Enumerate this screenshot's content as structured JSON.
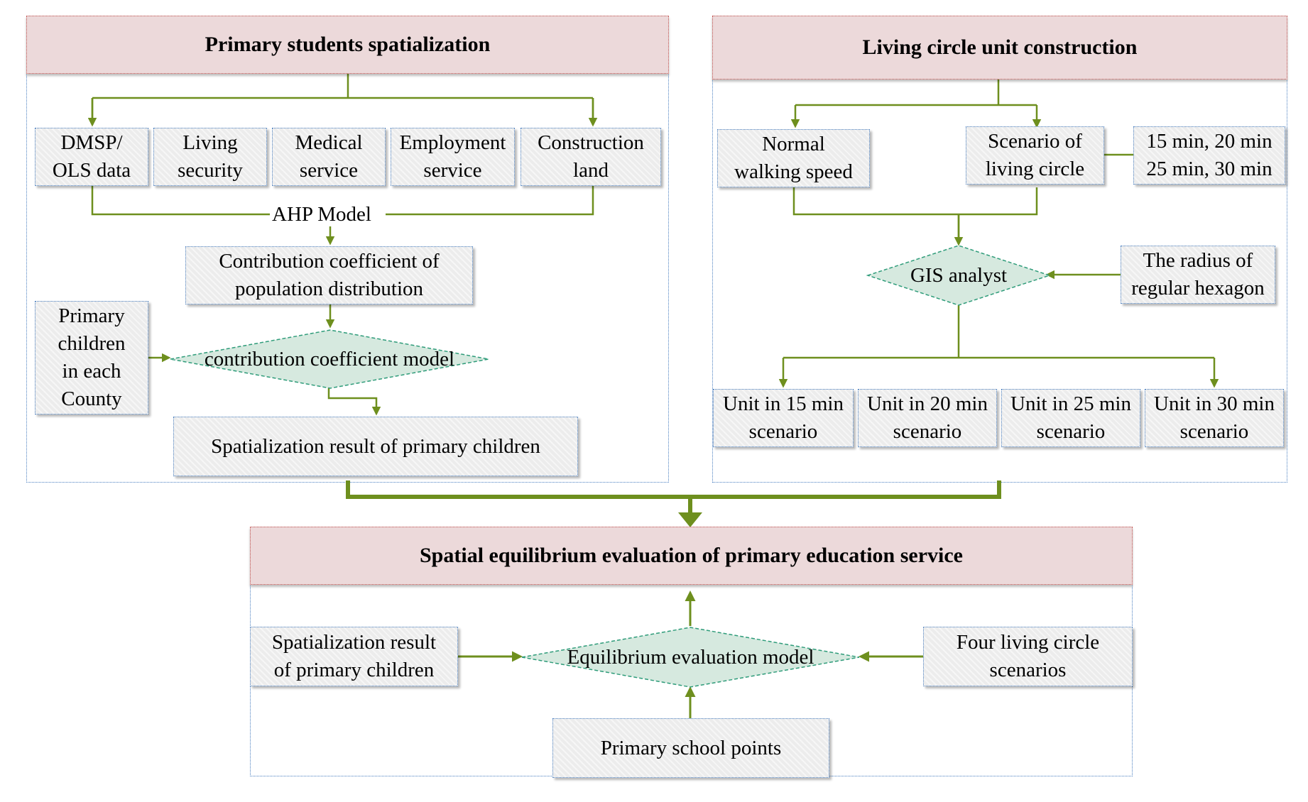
{
  "colors": {
    "header_fill": "#ecd9da",
    "header_border": "#c0504d",
    "section_border": "#4a7fc0",
    "box_fill": "#ececec",
    "arrow": "#6e8f1e",
    "diamond_fill": "#d6e9df",
    "diamond_border": "#2f9c7a"
  },
  "sections": {
    "spatialization": {
      "title": "Primary students spatialization",
      "factors": [
        "DMSP/\nOLS data",
        "Living\nsecurity",
        "Medical\nservice",
        "Employment\nservice",
        "Construction\nland"
      ],
      "ahp_label": "AHP Model",
      "coefficient_box": "Contribution coefficient of\npopulation distribution",
      "county_box": "Primary\nchildren\nin each\nCounty",
      "model_diamond": "contribution coefficient model",
      "result_box": "Spatialization result of primary children"
    },
    "living_circle": {
      "title": "Living circle unit construction",
      "walking_box": "Normal\nwalking speed",
      "scenario_box": "Scenario of\nliving circle",
      "times_box": "15 min, 20 min\n25 min, 30 min",
      "gis_diamond": "GIS analyst",
      "radius_box": "The radius of\nregular hexagon",
      "units": [
        "Unit in 15 min\nscenario",
        "Unit in 20 min\nscenario",
        "Unit in 25 min\nscenario",
        "Unit in 30 min\nscenario"
      ]
    },
    "evaluation": {
      "title": "Spatial equilibrium evaluation of primary education service",
      "left_box": "Spatialization result\nof primary children",
      "model_diamond": "Equilibrium evaluation model",
      "right_box": "Four living circle\nscenarios",
      "bottom_box": "Primary school points"
    }
  }
}
